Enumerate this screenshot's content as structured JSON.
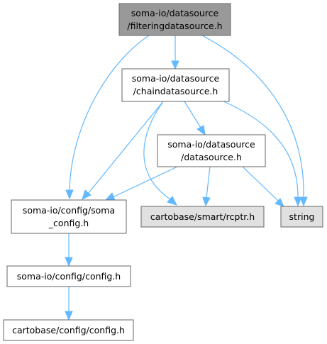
{
  "colors": {
    "node_root_fill": "#999999",
    "node_fill": "#ffffff",
    "node_external_fill": "#e0e0e0",
    "node_border": "#666666",
    "edge": "#63b8ff"
  },
  "nodes": {
    "filteringdatasource": {
      "line1": "soma-io/datasource",
      "line2": "/filteringdatasource.h"
    },
    "chaindatasource": {
      "line1": "soma-io/datasource",
      "line2": "/chaindatasource.h"
    },
    "datasource": {
      "line1": "soma-io/datasource",
      "line2": "/datasource.h"
    },
    "soma_config": {
      "line1": "soma-io/config/soma",
      "line2": "_config.h"
    },
    "rcptr": {
      "label": "cartobase/smart/rcptr.h"
    },
    "string": {
      "label": "string"
    },
    "config": {
      "label": "soma-io/config/config.h"
    },
    "cartobase_config": {
      "label": "cartobase/config/config.h"
    }
  }
}
